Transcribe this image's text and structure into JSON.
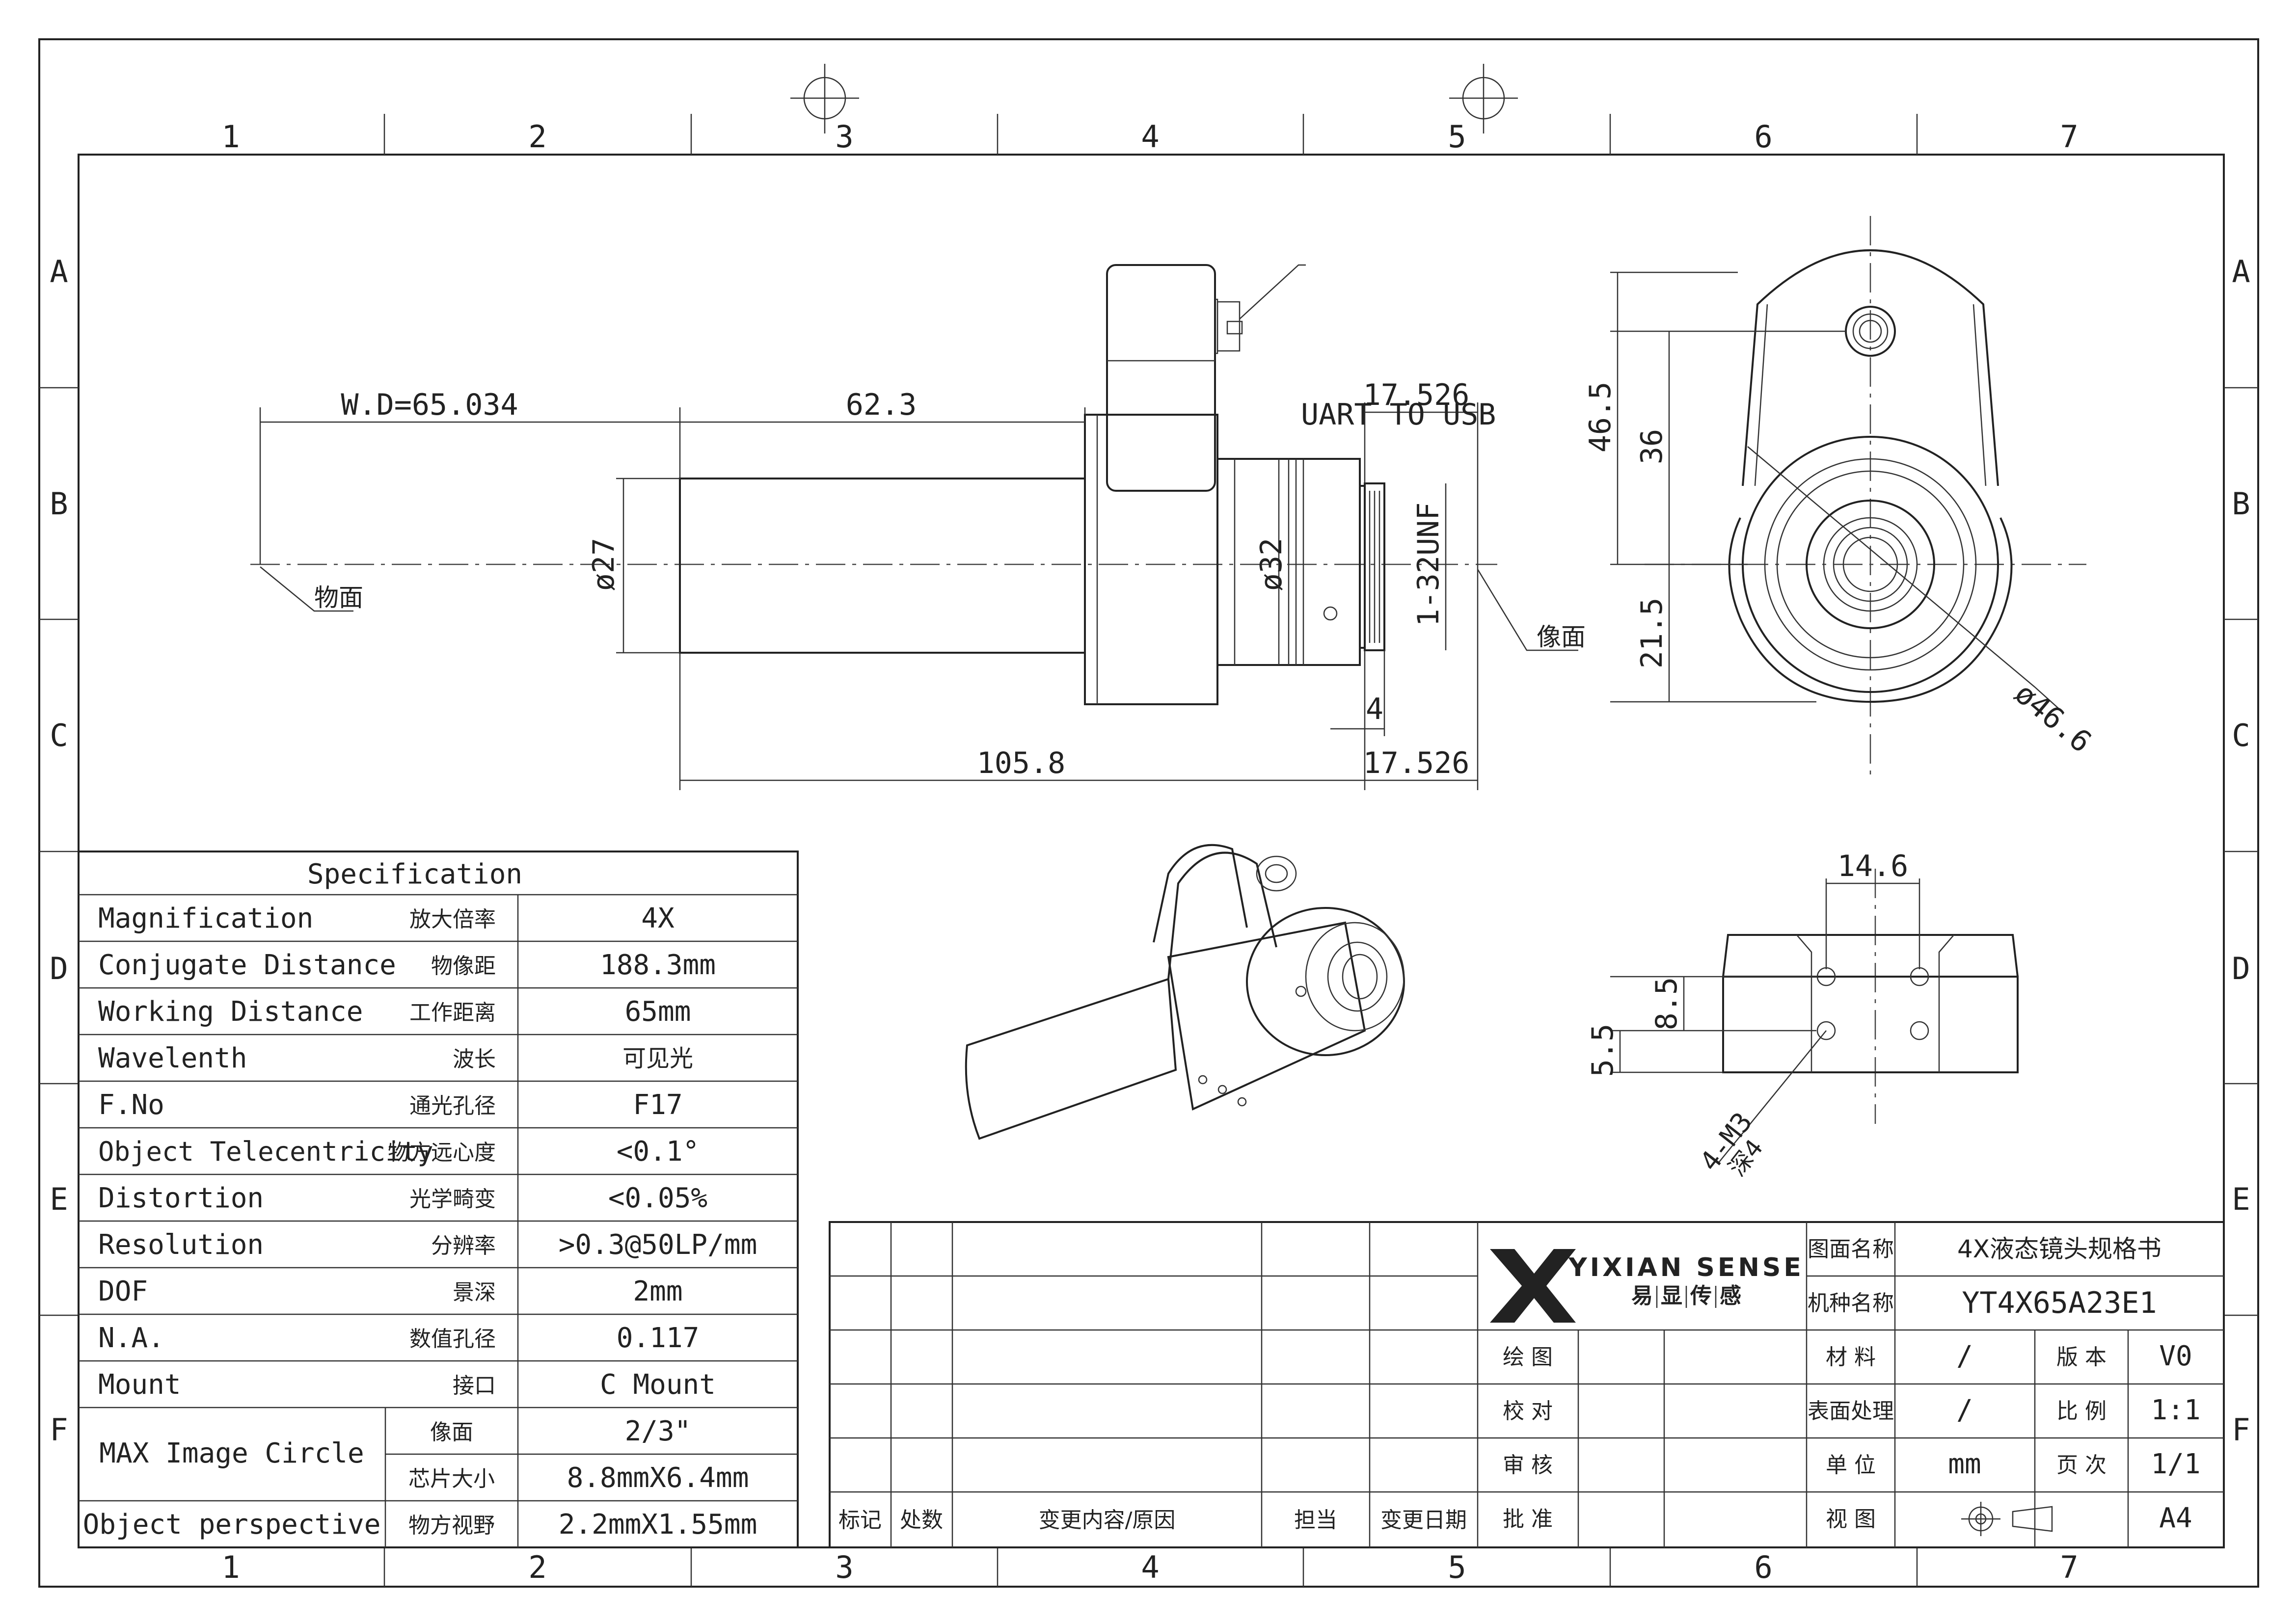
{
  "frame": {
    "col_labels": [
      "1",
      "2",
      "3",
      "4",
      "5",
      "6",
      "7"
    ],
    "row_labels": [
      "A",
      "B",
      "C",
      "D",
      "E",
      "F"
    ]
  },
  "drawing": {
    "uart_label": "UART TO USB",
    "object_plane": "物面",
    "image_plane": "像面",
    "dim_wd": "W.D=65.034",
    "dim_623": "62.3",
    "dim_17526_top": "17.526",
    "dim_17526_bottom": "17.526",
    "dim_1058": "105.8",
    "dim_4": "4",
    "dim_d27": "ø27",
    "dim_d32": "ø32",
    "dim_thread": "1-32UNF",
    "dim_465": "46.5",
    "dim_36": "36",
    "dim_215": "21.5",
    "dim_d466": "ø46.6",
    "dim_146": "14.6",
    "dim_85": "8.5",
    "dim_55": "5.5",
    "dim_m3": "4-M3",
    "dim_m3_depth": "深4"
  },
  "spec": {
    "title": "Specification",
    "rows": [
      {
        "en": "Magnification",
        "cn": "放大倍率",
        "val": "4X"
      },
      {
        "en": "Conjugate Distance",
        "cn": "物像距",
        "val": "188.3mm"
      },
      {
        "en": "Working Distance",
        "cn": "工作距离",
        "val": "65mm"
      },
      {
        "en": "Wavelenth",
        "cn": "波长",
        "val": "可见光"
      },
      {
        "en": "F.No",
        "cn": "通光孔径",
        "val": "F17"
      },
      {
        "en": "Object Telecentricity",
        "cn": "物方远心度",
        "val": "<0.1°"
      },
      {
        "en": "Distortion",
        "cn": "光学畸变",
        "val": "<0.05%"
      },
      {
        "en": "Resolution",
        "cn": "分辨率",
        "val": ">0.3@50LP/mm"
      },
      {
        "en": "DOF",
        "cn": "景深",
        "val": "2mm"
      },
      {
        "en": "N.A.",
        "cn": "数值孔径",
        "val": "0.117"
      },
      {
        "en": "Mount",
        "cn": "接口",
        "val": "C Mount"
      }
    ],
    "image_circle": {
      "en": "MAX Image Circle",
      "cn1": "像面",
      "val1": "2/3\"",
      "cn2": "芯片大小",
      "val2": "8.8mmX6.4mm"
    },
    "perspective": {
      "en": "Object perspective",
      "cn": "物方视野",
      "val": "2.2mmX1.55mm"
    }
  },
  "titleblock": {
    "brand": "YIXIAN SENSE",
    "brand_cn": [
      "易",
      "显",
      "传",
      "感"
    ],
    "rev_headers": [
      "标记",
      "处数",
      "变更内容/原因",
      "担当",
      "变更日期"
    ],
    "drawing_name_label": "图面名称",
    "drawing_name": "4X液态镜头规格书",
    "model_label": "机种名称",
    "model": "YT4X65A23E1",
    "left_labels": [
      "绘 图",
      "校 对",
      "审 核",
      "批 准"
    ],
    "material_label": "材 料",
    "material": "/",
    "version_label": "版 本",
    "version": "V0",
    "surface_label": "表面处理",
    "surface": "/",
    "scale_label": "比 例",
    "scale": "1:1",
    "unit_label": "单 位",
    "unit": "mm",
    "page_label": "页 次",
    "page": "1/1",
    "view_label": "视 图",
    "size": "A4"
  }
}
